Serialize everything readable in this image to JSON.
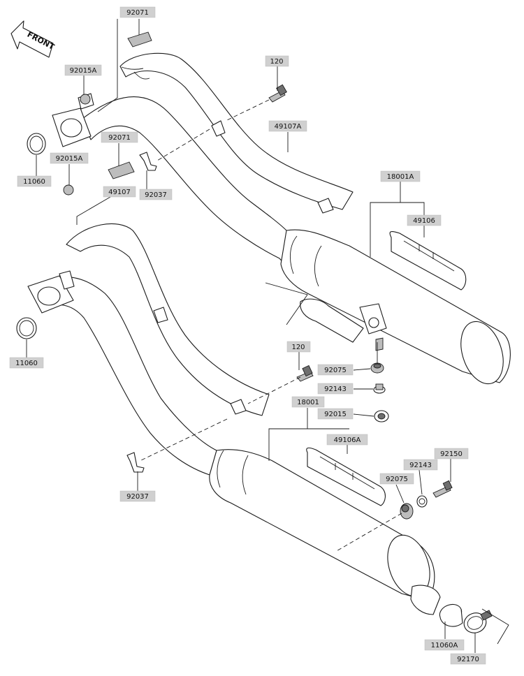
{
  "direction_marker": {
    "text": "FRONT",
    "icon": "front-arrow-icon"
  },
  "callouts": {
    "c92071_top": "92071",
    "c92015A_top": "92015A",
    "c120_top": "120",
    "c49107A": "49107A",
    "c92071_mid": "92071",
    "c11060_top": "11060",
    "c92015A_mid": "92015A",
    "c92037_top": "92037",
    "c49107": "49107",
    "c18001A": "18001A",
    "c49106": "49106",
    "c11060_mid": "11060",
    "c120_mid": "120",
    "c92075_mid": "92075",
    "c92143_mid": "92143",
    "c18001": "18001",
    "c92015": "92015",
    "c49106A": "49106A",
    "c92150": "92150",
    "c92143_low": "92143",
    "c92075_low": "92075",
    "c92037_low": "92037",
    "c11060A": "11060A",
    "c92170": "92170"
  }
}
